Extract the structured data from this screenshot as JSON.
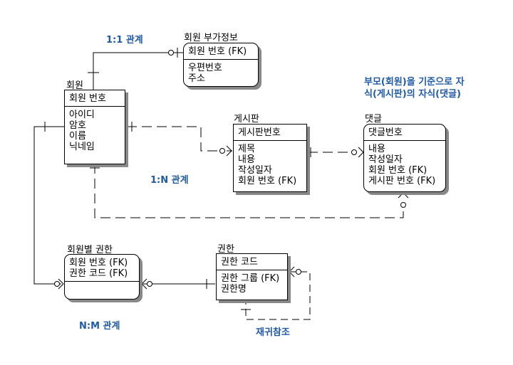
{
  "entities": {
    "member": {
      "title": "회원",
      "keys": [
        "회원 번호"
      ],
      "attrs": [
        "아이디",
        "암호",
        "이름",
        "닉네임"
      ]
    },
    "member_extra": {
      "title": "회원 부가정보",
      "keys": [
        "회원 번호 (FK)"
      ],
      "attrs": [
        "우편번호",
        "주소"
      ]
    },
    "board": {
      "title": "게시판",
      "keys": [
        "게시판번호"
      ],
      "attrs": [
        "제목",
        "내용",
        "작성일자",
        "회원 번호 (FK)"
      ]
    },
    "comment": {
      "title": "댓글",
      "keys": [
        "댓글번호"
      ],
      "attrs": [
        "내용",
        "작성일자",
        "회원 번호 (FK)",
        "게시판 번호 (FK)"
      ]
    },
    "member_auth": {
      "title": "회원별 권한",
      "keys": [
        "회원 번호 (FK)",
        "권한 코드 (FK)"
      ],
      "attrs": []
    },
    "auth": {
      "title": "권한",
      "keys": [
        "권한 코드"
      ],
      "attrs": [
        "권한 그룹 (FK)",
        "권한명"
      ]
    }
  },
  "notes": {
    "one_to_one": "1:1 관계",
    "one_to_many": "1:N 관계",
    "many_to_many": "N:M 관계",
    "self_ref": "재귀참조",
    "parent_child_line1": "부모(회원)을 기준으로 자",
    "parent_child_line2": "식(게시판)의 자식(댓글)"
  },
  "colors": {
    "note": "#1f5aa8",
    "shadow": "#888888",
    "line": "#000000"
  }
}
